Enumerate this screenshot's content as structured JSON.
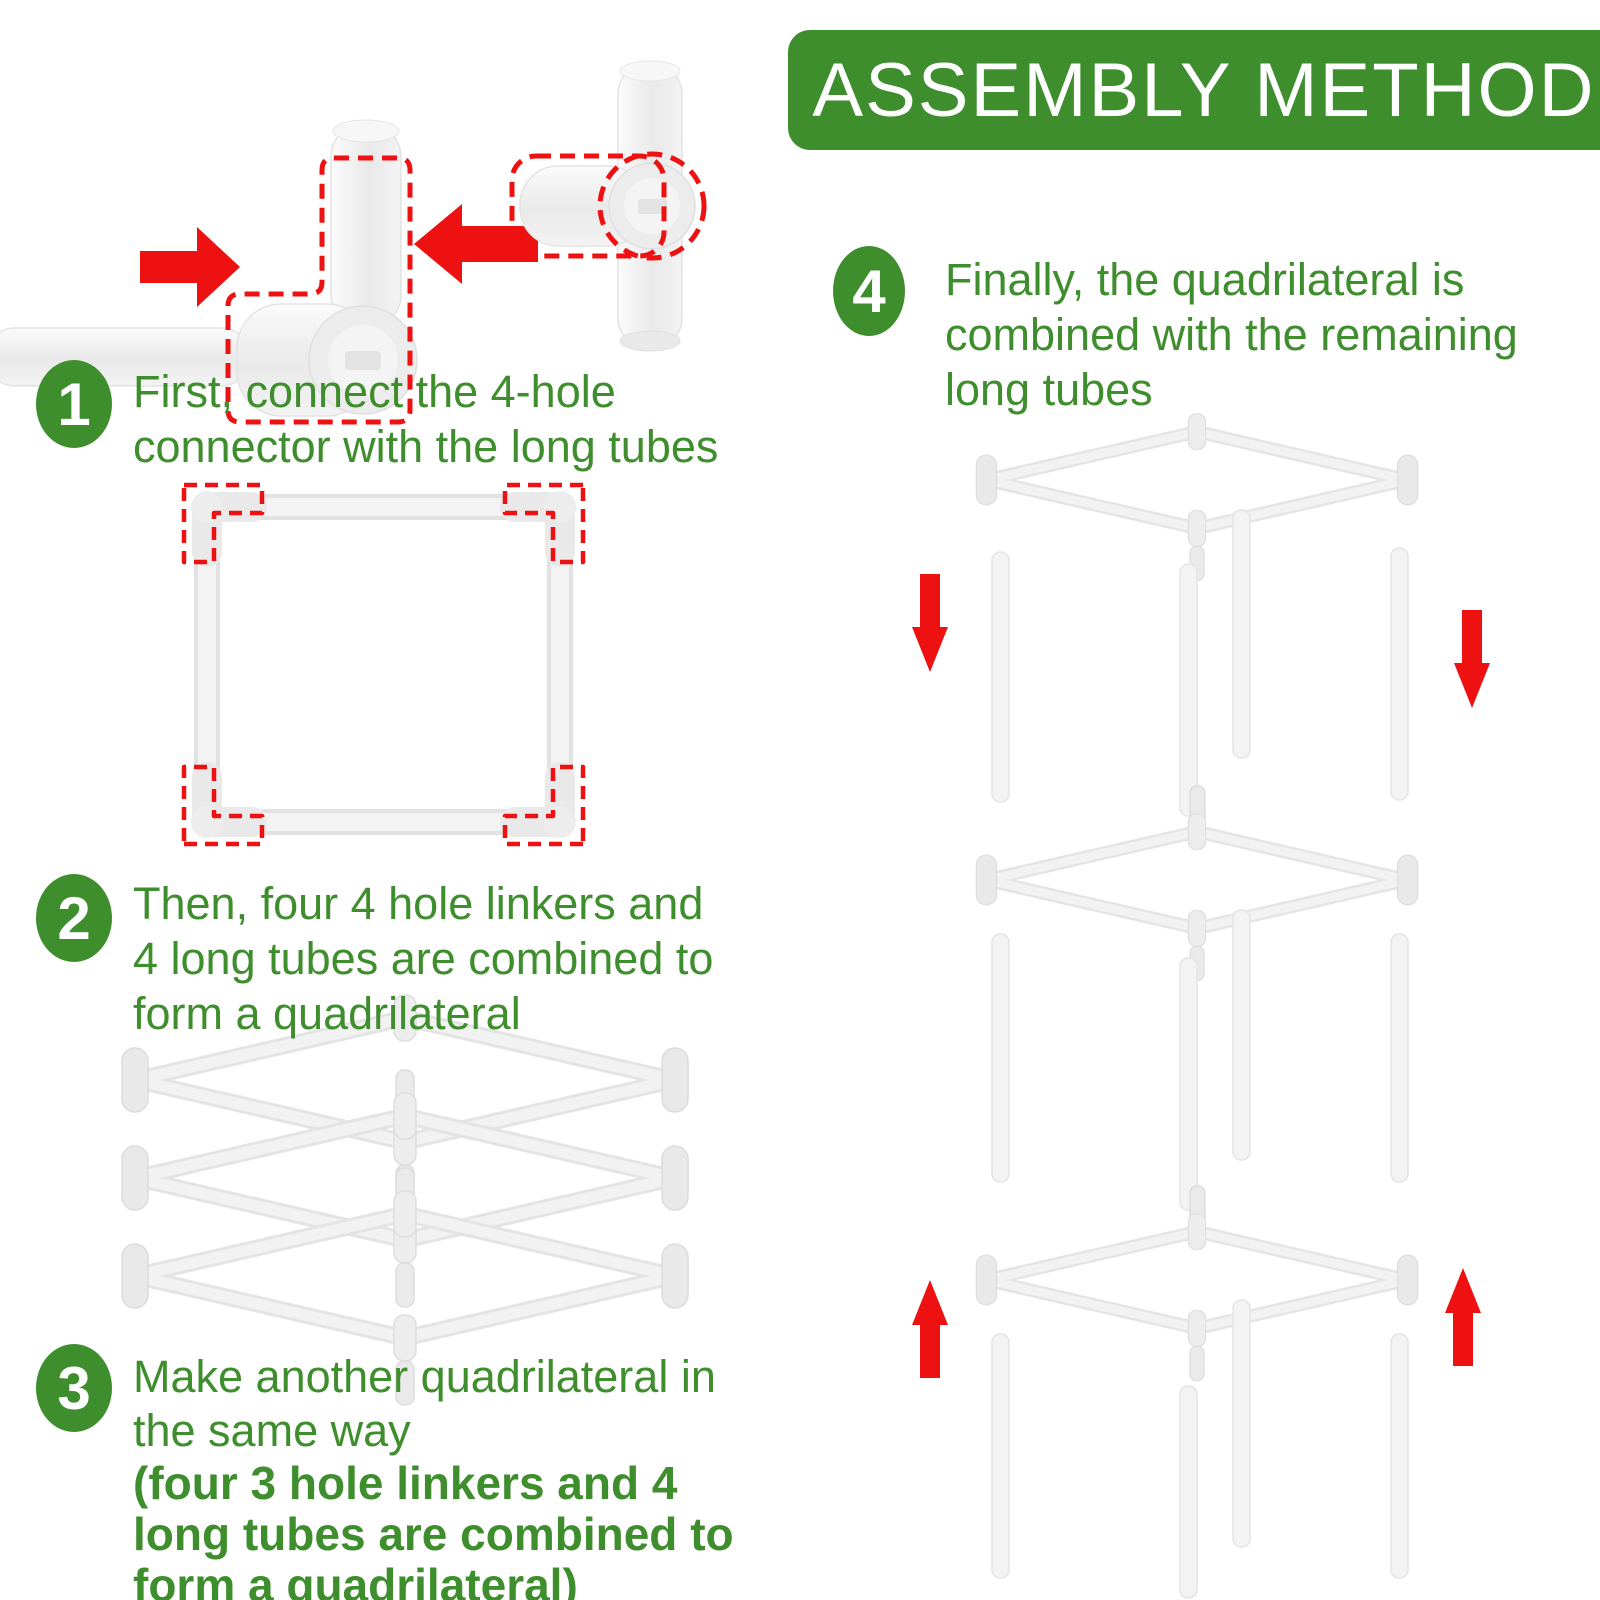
{
  "banner": {
    "title": "ASSEMBLY METHOD",
    "bg_color": "#3e8e2e",
    "text_color": "#ffffff"
  },
  "colors": {
    "step_green": "#3e8e2e",
    "text_green": "#3f8e2d",
    "arrow_red": "#ed1111",
    "dashed_outline_red": "#ee1111",
    "tube_fill": "#f1f1f1",
    "tube_edge": "#e2e2e2"
  },
  "steps": [
    {
      "number": "1",
      "lines": [
        "First, connect the 4-hole",
        "connector with the long tubes"
      ]
    },
    {
      "number": "2",
      "lines": [
        "Then, four 4 hole linkers and",
        "4 long tubes are combined to",
        "form a quadrilateral"
      ]
    },
    {
      "number": "3",
      "lines": [
        "Make another quadrilateral in",
        "the same way"
      ],
      "note_lines": [
        "(four 3 hole linkers and 4",
        "long tubes are combined to",
        "form a quadrilateral)"
      ]
    },
    {
      "number": "4",
      "lines": [
        "Finally, the quadrilateral is",
        "combined with the remaining",
        "long tubes"
      ]
    }
  ],
  "illustrations": {
    "connector_demo": "long tube pushed by red arrows into elbow connector and 4-hole connector, highlighted with red dashed outlines",
    "square_frame": "square frame of four long tubes with four corner connectors highlighted by red dashed outlines",
    "stacked_frames": "three assembled quadrilateral frames stacked in perspective",
    "assembly_stack": "three quadrilateral frames combined vertically with loose long tubes, red arrows showing insert direction"
  }
}
